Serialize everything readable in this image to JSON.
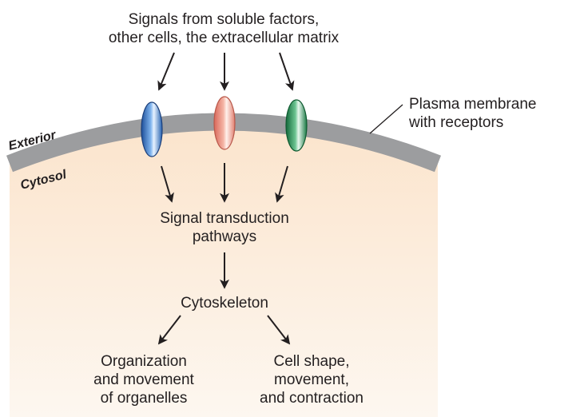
{
  "labels": {
    "signals": "Signals from soluble factors,\nother cells, the extracellular matrix",
    "plasma_membrane": "Plasma membrane\nwith receptors",
    "exterior": "Exterior",
    "cytosol": "Cytosol",
    "signal_transduction": "Signal transduction\npathways",
    "cytoskeleton": "Cytoskeleton",
    "organization": "Organization\nand movement\nof organelles",
    "cell_shape": "Cell shape,\nmovement,\nand contraction"
  },
  "receptors": [
    {
      "name": "blue-receptor",
      "color": "#3f7fcf"
    },
    {
      "name": "pink-receptor",
      "color": "#ee9683"
    },
    {
      "name": "green-receptor",
      "color": "#2e9a5a"
    }
  ],
  "colors": {
    "membrane": "#9c9d9f",
    "cytosol_top": "#fbe6cf",
    "cytosol_bottom": "#fdf6ee",
    "arrow": "#231f20"
  }
}
